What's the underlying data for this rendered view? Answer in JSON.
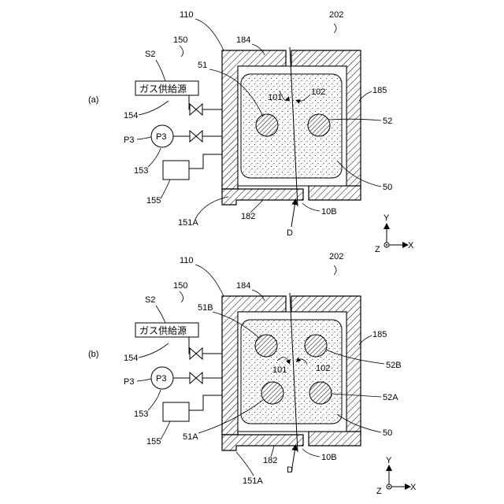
{
  "panels": [
    {
      "id": "a",
      "panel_label": "(a)",
      "gas_source": "ガス供給源",
      "labels": {
        "device": "202",
        "chamber": "110",
        "wall_top": "184",
        "wall_right": "185",
        "wall_bottom": "182",
        "gas_system": "150",
        "source": "S2",
        "valve_line": "154",
        "pump": "P3",
        "pump_line": "153",
        "tank": "155",
        "port": "151A",
        "powder": "50",
        "left_ball": "51",
        "right_ball": "52",
        "separation_left": "101",
        "separation_right": "102",
        "cut_line": "10B",
        "direction": "D"
      },
      "axes": {
        "y": "Y",
        "x": "X",
        "z": "Z"
      }
    },
    {
      "id": "b",
      "panel_label": "(b)",
      "gas_source": "ガス供給源",
      "labels": {
        "device": "202",
        "chamber": "110",
        "wall_top": "184",
        "wall_right": "185",
        "wall_bottom": "182",
        "gas_system": "150",
        "source": "S2",
        "valve_line": "154",
        "pump": "P3",
        "pump_line": "153",
        "tank": "155",
        "port": "151A",
        "powder": "50",
        "left_ball_top": "51B",
        "left_ball_bottom": "51A",
        "right_ball_top": "52B",
        "right_ball_bottom": "52A",
        "separation_left": "101",
        "separation_right": "102",
        "cut_line": "10B",
        "direction": "D"
      },
      "axes": {
        "y": "Y",
        "x": "X",
        "z": "Z"
      }
    }
  ]
}
